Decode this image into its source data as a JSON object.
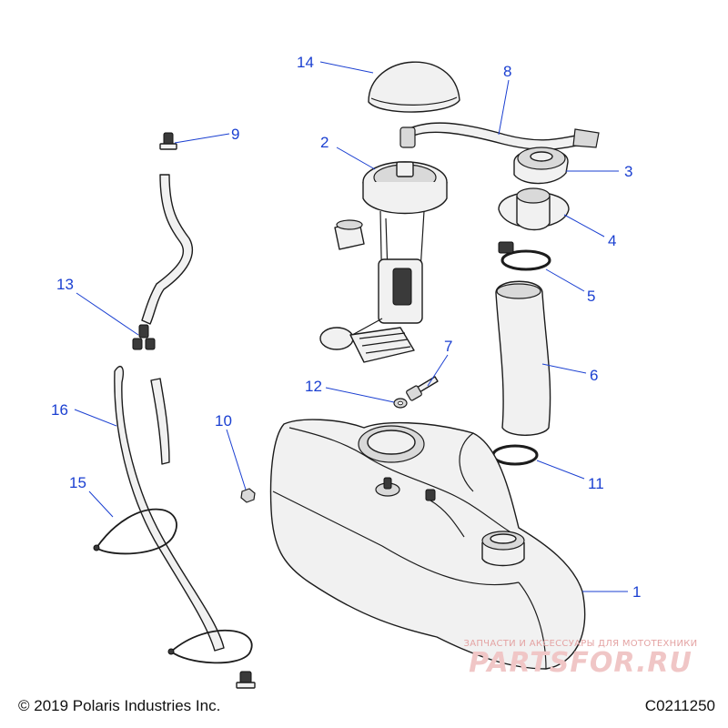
{
  "callouts": {
    "p1": "1",
    "p2": "2",
    "p3": "3",
    "p4": "4",
    "p5": "5",
    "p6": "6",
    "p7": "7",
    "p8": "8",
    "p9": "9",
    "p10": "10",
    "p11": "11",
    "p12": "12",
    "p13": "13",
    "p14": "14",
    "p15": "15",
    "p16": "16"
  },
  "footer": {
    "copyright": "© 2019 Polaris Industries Inc.",
    "drawing_code": "C0211250"
  },
  "watermark": {
    "tagline": "ЗАПЧАСТИ И АКСЕССУАРЫ ДЛЯ МОТОТЕХНИКИ",
    "logo": "PARTSFOR.RU"
  },
  "colors": {
    "callout": "#1a3fd1",
    "outline": "#1c1c1c",
    "watermark": "#f0c6c6"
  }
}
